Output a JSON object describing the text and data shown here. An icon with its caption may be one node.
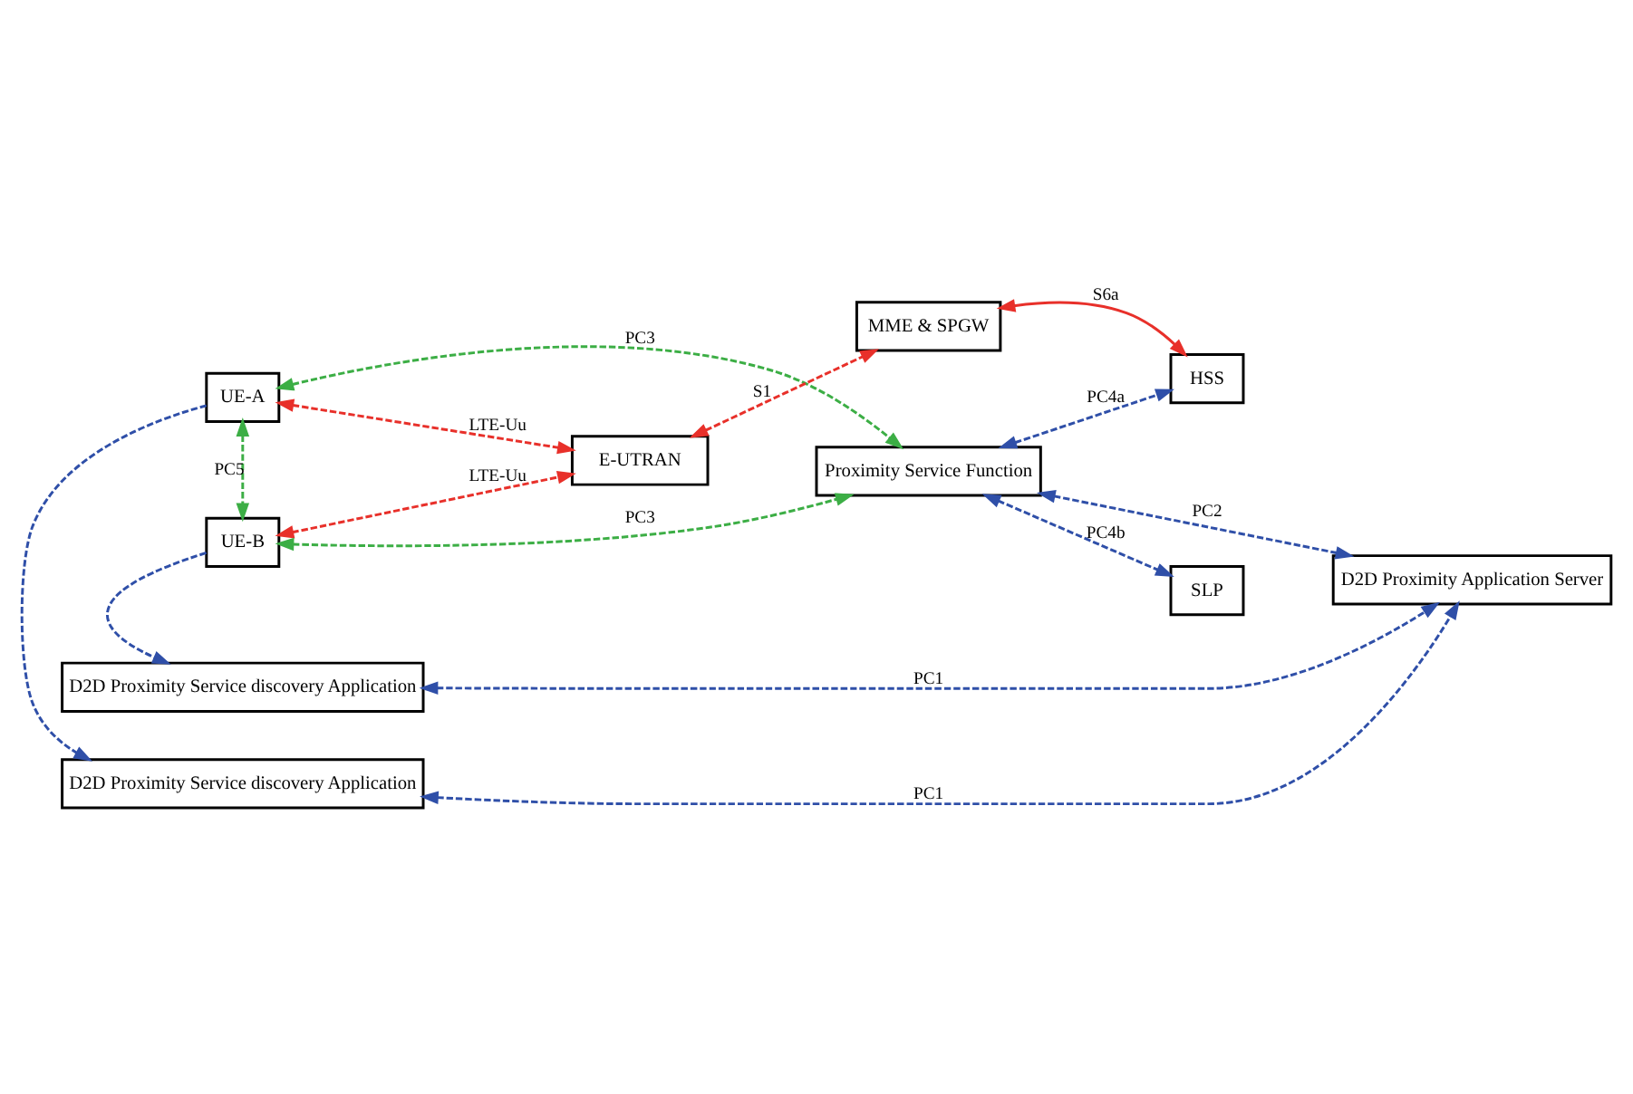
{
  "diagram": {
    "nodes": [
      {
        "text": [
          "D2D Proximity Service discovery Application"
        ]
      },
      {
        "text": [
          "UE-A"
        ]
      },
      {
        "text": [
          "MME & SPGW"
        ]
      },
      {
        "text": [
          "HSS"
        ]
      },
      {
        "text": [
          "E-UTRAN"
        ]
      },
      {
        "text": [
          "Proximity Service Function"
        ]
      },
      {
        "text": [
          "D2D Proximity Application Server"
        ]
      },
      {
        "text": [
          "UE-B"
        ]
      },
      {
        "text": [
          "SLP"
        ]
      },
      {
        "text": [
          "D2D Proximity Service discovery Application"
        ]
      }
    ],
    "edges": [
      {
        "from": 1,
        "to": 0,
        "arrow": "to",
        "style": "dashed",
        "color": "#2f4fa8"
      },
      {
        "from": 0,
        "to": 6,
        "arrow": "both",
        "label": "PC1",
        "style": "dashed",
        "color": "#2f4fa8"
      },
      {
        "from": 1,
        "to": 5,
        "arrow": "both",
        "label": "PC3",
        "style": "dashed",
        "color": "#3cae45"
      },
      {
        "from": 4,
        "to": 2,
        "arrow": "both",
        "label": "S1",
        "style": "dashed",
        "color": "#e8302a"
      },
      {
        "from": 2,
        "to": 3,
        "arrow": "both",
        "label": "S6a",
        "color": "#e8302a"
      },
      {
        "from": 5,
        "to": 3,
        "arrow": "both",
        "label": "PC4a",
        "style": "dashed",
        "color": "#2f4fa8"
      },
      {
        "from": 1,
        "to": 4,
        "arrow": "both",
        "label": "LTE-Uu",
        "style": "dashed",
        "color": "#e8302a"
      },
      {
        "from": 1,
        "to": 7,
        "arrow": "both",
        "label": "PC5",
        "style": "dashed",
        "color": "#3cae45"
      },
      {
        "from": 7,
        "to": 4,
        "arrow": "both",
        "label": "LTE-Uu",
        "style": "dashed",
        "color": "#e8302a"
      },
      {
        "from": 5,
        "to": 6,
        "arrow": "both",
        "label": "PC2",
        "style": "dashed",
        "color": "#2f4fa8"
      },
      {
        "from": 7,
        "to": 5,
        "arrow": "both",
        "label": "PC3",
        "style": "dashed",
        "color": "#3cae45"
      },
      {
        "from": 5,
        "to": 8,
        "arrow": "both",
        "label": "PC4b",
        "style": "dashed",
        "color": "#2f4fa8"
      },
      {
        "from": 7,
        "to": 9,
        "arrow": "to",
        "style": "dashed",
        "color": "#2f4fa8"
      },
      {
        "from": 9,
        "to": 6,
        "arrow": "both",
        "label": "PC1",
        "style": "dashed",
        "color": "#2f4fa8"
      }
    ]
  }
}
